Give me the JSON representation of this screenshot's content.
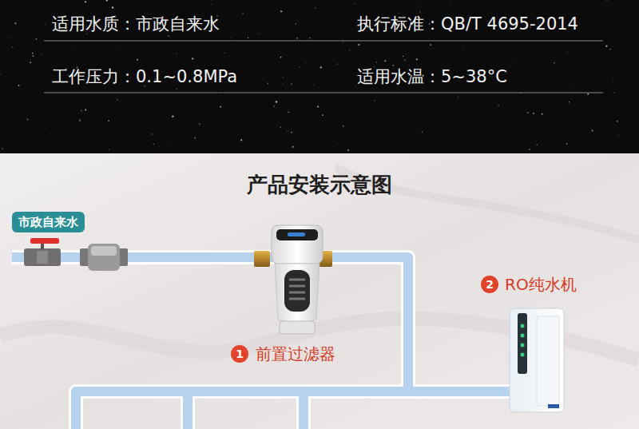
{
  "diagram": {
    "title": "产品安装示意图",
    "nodes": [
      {
        "text": [
          "市政自来水"
        ]
      }
    ],
    "labels": [
      "适用水质：市政自来水",
      "执行标准：QB/T 4695-2014",
      "工作压力：0.1~0.8MPa",
      "适用水温：5~38°C",
      "1",
      "前置过滤器",
      "2",
      "RO纯水机"
    ]
  }
}
